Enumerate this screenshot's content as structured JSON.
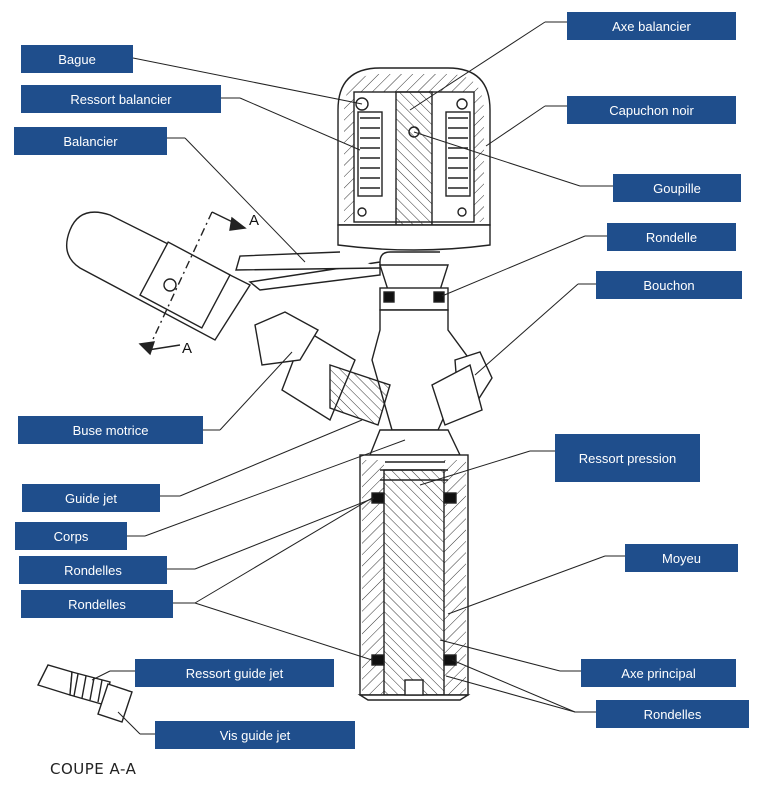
{
  "labels": {
    "axe_balancier": "Axe balancier",
    "bague": "Bague",
    "capuchon_noir": "Capuchon noir",
    "ressort_balancier": "Ressort balancier",
    "balancier": "Balancier",
    "goupille": "Goupille",
    "rondelle": "Rondelle",
    "bouchon": "Bouchon",
    "buse_motrice": "Buse motrice",
    "ressort_pression": "Ressort pression",
    "guide_jet": "Guide jet",
    "corps": "Corps",
    "moyeu": "Moyeu",
    "rondelles_1": "Rondelles",
    "rondelles_2": "Rondelles",
    "axe_principal": "Axe principal",
    "rondelles_3": "Rondelles",
    "ressort_guide_jet": "Ressort guide jet",
    "vis_guide_jet": "Vis guide jet"
  },
  "section_letter_top": "A",
  "section_letter_bottom": "A",
  "caption": "COUPE A-A",
  "colors": {
    "label_bg": "#1f4e8c",
    "label_text": "#ffffff",
    "line": "#222222"
  }
}
